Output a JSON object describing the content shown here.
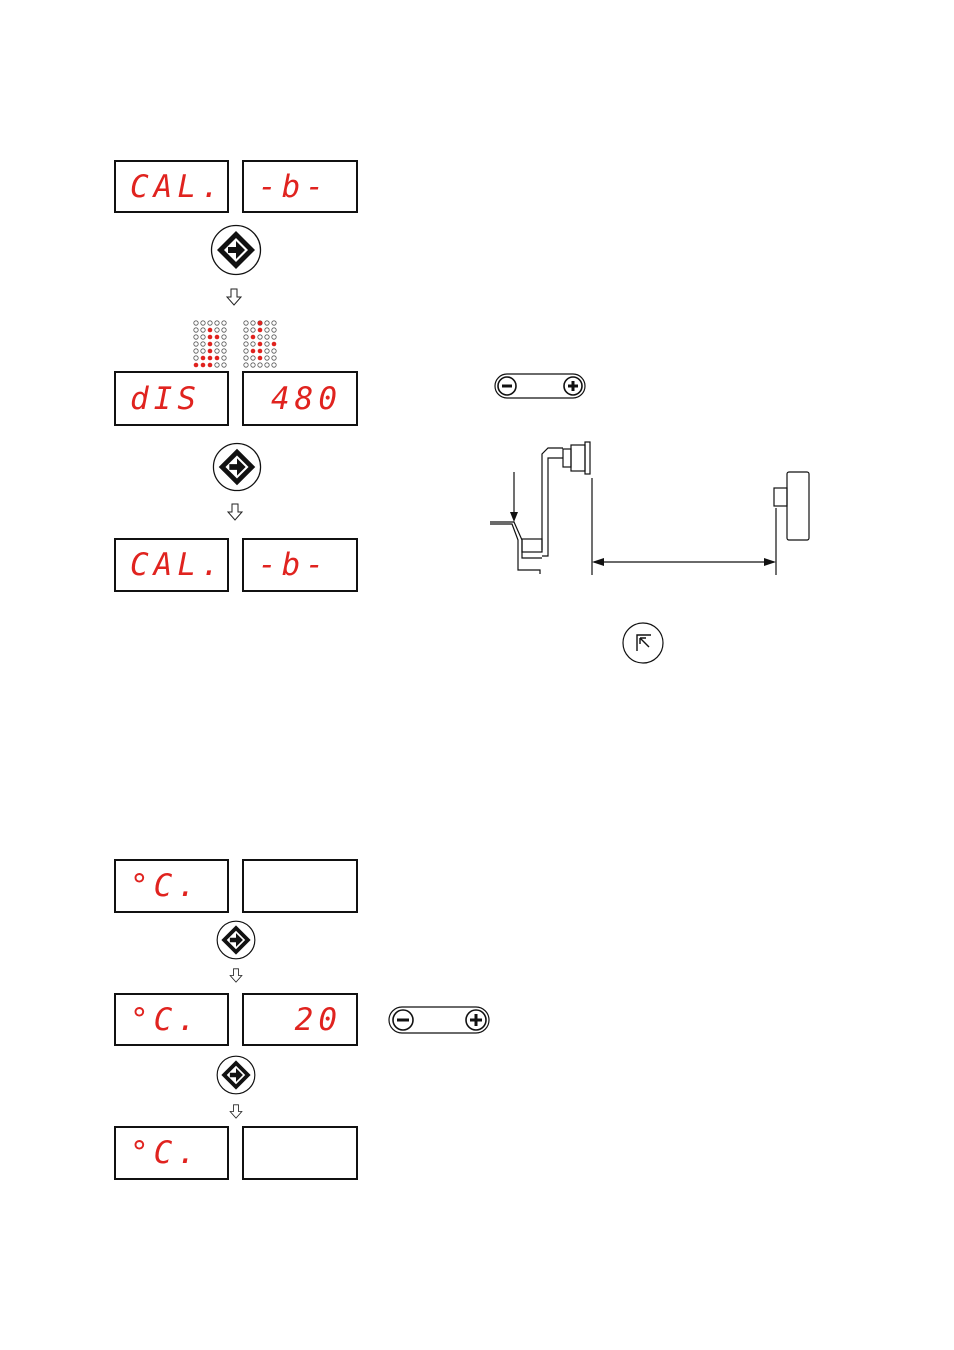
{
  "section_calibration": {
    "step1": {
      "left": "CAL.",
      "right": "-b-"
    },
    "step2": {
      "left": "dIS",
      "right": "480"
    },
    "step3": {
      "left": "CAL.",
      "right": "-b-"
    }
  },
  "section_temperature": {
    "step1": {
      "left": "°C.",
      "right": ""
    },
    "step2": {
      "left": "°C.",
      "right": "20"
    },
    "step3": {
      "left": "°C.",
      "right": ""
    }
  },
  "icons": {
    "enter": "enter-arrow-icon",
    "minus_plus": "minus-plus-rocker-icon",
    "exit": "exit-cursor-icon"
  },
  "colors": {
    "display_text": "#e0231f",
    "outline": "#111111"
  }
}
